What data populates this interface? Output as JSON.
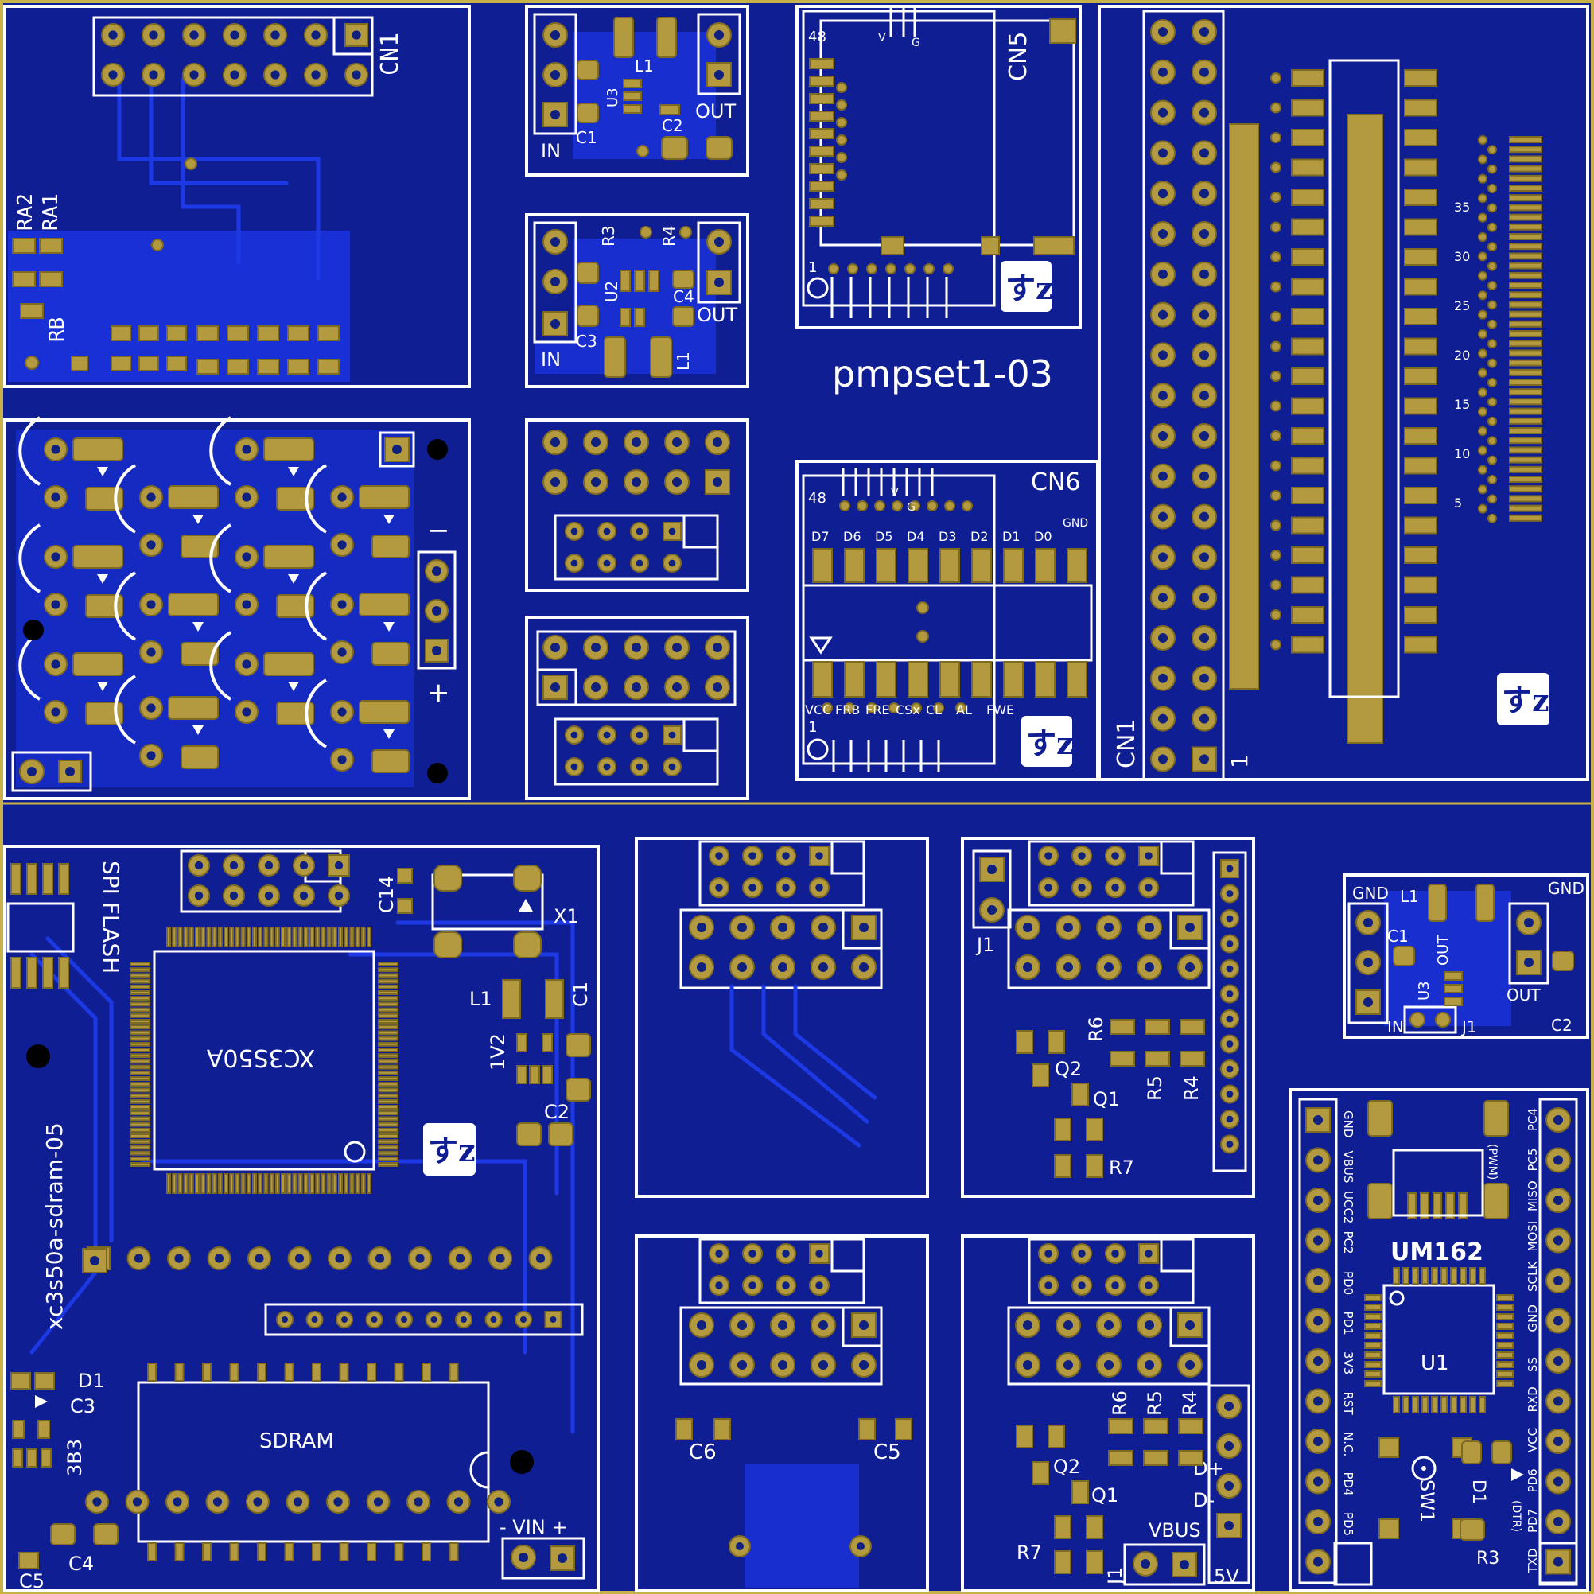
{
  "board": {
    "name": "pmpset1-03",
    "colors": {
      "substrate": "#0f1e92",
      "copper_pour": "#1c34e8",
      "pad": "#b39a3f",
      "silkscreen": "#ffffff",
      "frame": "#c8b148"
    }
  },
  "logo": {
    "text": "すz"
  },
  "top_left": {
    "cn1": "CN1",
    "ra2": "RA2",
    "ra1": "RA1",
    "rb": "RB"
  },
  "reg_a": {
    "in": "IN",
    "out": "OUT",
    "u3": "U3",
    "l1": "L1",
    "c1": "C1",
    "c2": "C2"
  },
  "reg_b": {
    "in": "IN",
    "out": "OUT",
    "u2": "U2",
    "l1": "L1",
    "c3": "C3",
    "c4": "C4",
    "r3": "R3",
    "r4": "R4"
  },
  "lcd_a": {
    "cn5": "CN5",
    "pin48": "48",
    "pin1": "1",
    "v": "V",
    "g": "G"
  },
  "lcd_b": {
    "cn6": "CN6",
    "pin48": "48",
    "pin1": "1",
    "v": "V",
    "g": "G",
    "top_labels": [
      "D7",
      "D6",
      "D5",
      "D4",
      "D3",
      "D2",
      "D1",
      "D0",
      "GND"
    ],
    "bottom_labels": [
      "VCC",
      "FRB",
      "FRE",
      "CSx",
      "CL",
      "AL",
      "FWE"
    ]
  },
  "ffc": {
    "cn1": "CN1",
    "pin1": "1",
    "numbers": [
      "35",
      "30",
      "25",
      "20",
      "15",
      "10",
      "5"
    ]
  },
  "fpga": {
    "spi_flash": "SPI FLASH",
    "chip": "XC3S50A",
    "board_name": "xc3s50a-sdram-05",
    "c14": "C14",
    "x1": "X1",
    "l1": "L1",
    "c1": "C1",
    "v12": "1V2",
    "c2": "C2",
    "sdram": "SDRAM",
    "d1": "D1",
    "c3": "C3",
    "v33": "3B3",
    "c4": "C4",
    "c5": "C5",
    "vin": "- VIN +"
  },
  "usb_a": {
    "c6": "C6",
    "c5": "C5"
  },
  "level_a": {
    "j1": "J1",
    "q2": "Q2",
    "q1": "Q1",
    "r6": "R6",
    "r5": "R5",
    "r4": "R4",
    "r7": "R7"
  },
  "level_b": {
    "q2": "Q2",
    "q1": "Q1",
    "r6": "R6",
    "r5": "R5",
    "r4": "R4",
    "r7": "R7",
    "dplus": "D+",
    "dminus": "D-",
    "vbus": "VBUS",
    "j1": "J1",
    "v5": "5V"
  },
  "reg_c": {
    "gnd_l": "GND",
    "gnd_r": "GND",
    "l1": "L1",
    "c1": "C1",
    "out_v": "OUT",
    "u3": "U3",
    "out": "OUT",
    "in": "IN",
    "j1": "J1",
    "c2": "C2"
  },
  "um162": {
    "title": "UM162",
    "u1": "U1",
    "sw1": "SW1",
    "d1": "D1",
    "r3": "R3",
    "left_pins": [
      "GND",
      "VBUS",
      "UCC2",
      "PC2",
      "PD0",
      "PD1",
      "3V3",
      "RST",
      "N.C.",
      "PD4",
      "PD5"
    ],
    "right_pins": [
      "PC4",
      "PC5",
      "MISO",
      "MOSI",
      "SCLK",
      "GND",
      "SS",
      "RXD",
      "VCC",
      "PD6",
      "PD7",
      "TXD"
    ],
    "pwm": "(PWM)",
    "dtr": "(DTR)"
  }
}
